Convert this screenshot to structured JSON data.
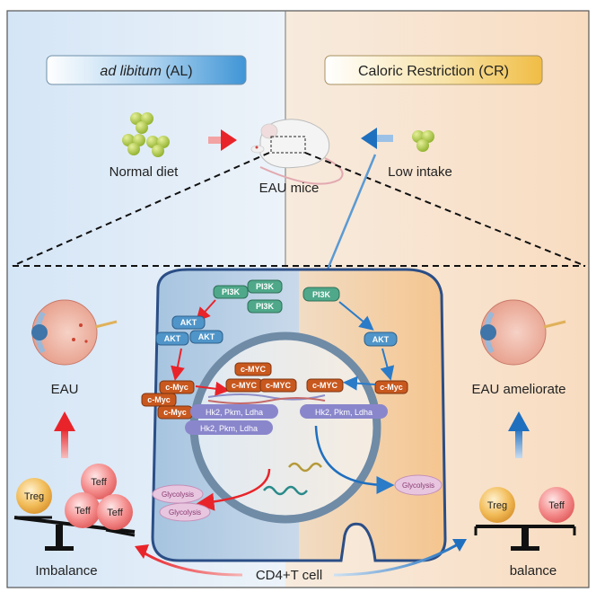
{
  "header": {
    "al_label_italic": "ad libitum",
    "al_label_rest": " (AL)",
    "cr_label": "Caloric Restriction (CR)"
  },
  "top": {
    "normal_diet": "Normal diet",
    "low_intake": "Low intake",
    "eau_mice": "EAU mice"
  },
  "cell": {
    "cell_label": "CD4+T cell",
    "left_pathway": {
      "pi3k": [
        "PI3K",
        "PI3K",
        "PI3K"
      ],
      "akt": [
        "AKT",
        "AKT",
        "AKT"
      ],
      "cmyc_cyto": [
        "c-Myc",
        "c-Myc",
        "c-Myc"
      ],
      "cmyc_nuc": [
        "c-MYC",
        "c-MYC",
        "c-MYC"
      ],
      "genes": [
        "Hk2, Pkm, Ldha",
        "Hk2, Pkm, Ldha"
      ],
      "glycolysis": [
        "Glycolysis",
        "Glycolysis"
      ]
    },
    "right_pathway": {
      "pi3k": "PI3K",
      "akt": "AKT",
      "cmyc_nuc": "c-MYC",
      "cmyc_cyto": "c-Myc",
      "genes": "Hk2, Pkm, Ldha",
      "glycolysis": "Glycolysis"
    }
  },
  "left_panel": {
    "eau": "EAU",
    "treg": "Treg",
    "teff": [
      "Teff",
      "Teff",
      "Teff"
    ],
    "imbalance": "Imbalance"
  },
  "right_panel": {
    "eau_ameliorate": "EAU ameliorate",
    "treg": "Treg",
    "teff": "Teff",
    "balance": "balance"
  },
  "colors": {
    "left_bg": "#dbe9f7",
    "right_bg": "#fbe6d2",
    "al_pill": "#5aa7dc",
    "cr_pill": "#f2c75a",
    "red_arrow": "#e8242a",
    "blue_arrow": "#1f6fbf",
    "pi3k": "#4fa88a",
    "akt": "#4f95c9",
    "cmyc": "#c8581e",
    "gene": "#8a86cc",
    "treg": "#f0b24a",
    "teff": "#f27d7d"
  }
}
